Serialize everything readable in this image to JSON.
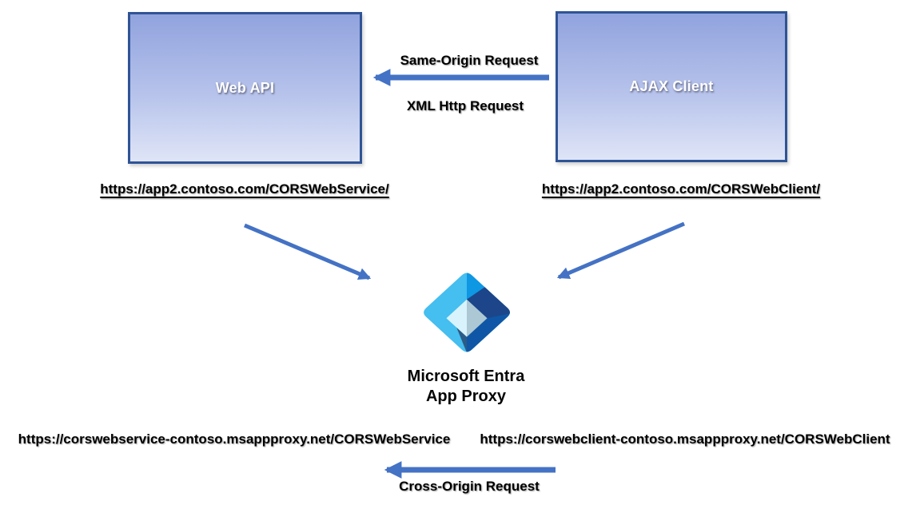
{
  "boxes": [
    {
      "label": "Web API",
      "url": "https://app2.contoso.com/CORSWebService/"
    },
    {
      "label": "AJAX Client",
      "url": "https://app2.contoso.com/CORSWebClient/"
    }
  ],
  "arrow_labels": {
    "same_origin": "Same-Origin Request",
    "xml_http": "XML Http Request",
    "cross_origin": "Cross-Origin Request"
  },
  "proxy": {
    "caption_line1": "Microsoft Entra",
    "caption_line2": "App Proxy"
  },
  "proxy_urls": {
    "service": "https://corswebservice-contoso.msappproxy.net/CORSWebService",
    "client": "https://corswebclient-contoso.msappproxy.net/CORSWebClient"
  },
  "colors": {
    "arrow_blue": "#4472C4",
    "box_border": "#2F5496",
    "box_gradient_top": "#91A3DE",
    "box_gradient_bottom": "#DFE5F7",
    "box_label_text": "#FFFFFF",
    "label_text": "#000000",
    "entra_cyan": "#45BEF0",
    "entra_medium_blue": "#0E97E2",
    "entra_navy": "#0F57A6",
    "entra_dark_navy": "#1C4689",
    "entra_inner_left": "#D8F3FB",
    "entra_inner_right": "#ACC8D4",
    "entra_slate": "#2B5B86"
  }
}
